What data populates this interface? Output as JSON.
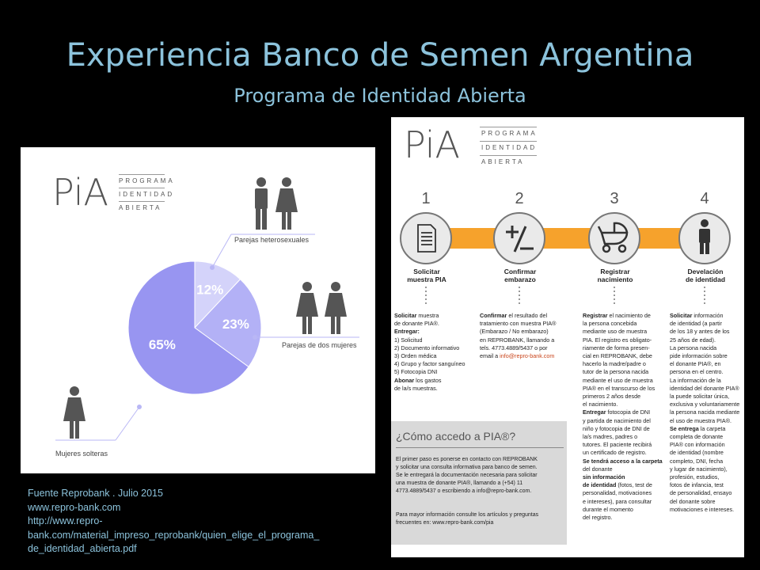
{
  "slide": {
    "title": "Experiencia Banco de Semen Argentina",
    "subtitle": "Programa de Identidad Abierta"
  },
  "logo": {
    "word": "PiA",
    "lines": [
      "PROGRAMA",
      "IDENTIDAD",
      "ABIERTA"
    ]
  },
  "chart_data": {
    "type": "pie",
    "categories": [
      "Parejas heterosexuales",
      "Parejas de dos mujeres",
      "Mujeres solteras"
    ],
    "values": [
      12,
      23,
      65
    ],
    "value_labels": [
      "12%",
      "23%",
      "65%"
    ],
    "colors": [
      "#d4d3fa",
      "#b3b1f6",
      "#9895f1"
    ]
  },
  "process": {
    "steps": [
      {
        "num": "1",
        "label_line1": "Solicitar",
        "label_line2": "muestra PIA",
        "icon": "document-icon"
      },
      {
        "num": "2",
        "label_line1": "Confirmar",
        "label_line2": "embarazo",
        "icon": "plus-minus-icon"
      },
      {
        "num": "3",
        "label_line1": "Registrar",
        "label_line2": "nacimiento",
        "icon": "stroller-icon"
      },
      {
        "num": "4",
        "label_line1": "Develación",
        "label_line2": "de identidad",
        "icon": "person-icon"
      }
    ],
    "col1": {
      "lines": [
        [
          "Solicitar",
          " muestra"
        ],
        [
          "",
          "de donante PIA®."
        ],
        [
          "Entregar:",
          ""
        ],
        [
          "",
          "1) Solicitud"
        ],
        [
          "",
          "2) Documento informativo"
        ],
        [
          "",
          "3) Orden médica"
        ],
        [
          "",
          "4) Grupo y factor sanguíneo"
        ],
        [
          "",
          "5) Fotocopia DNI"
        ],
        [
          "Abonar",
          " los gastos"
        ],
        [
          "",
          "de la/s muestras."
        ]
      ]
    },
    "col2": {
      "lines": [
        [
          "Confirmar",
          " el resultado del"
        ],
        [
          "",
          "tratamiento con muestra PIA®"
        ],
        [
          "",
          "(Embarazo / No embarazo)"
        ],
        [
          "",
          "en REPROBANK, llamando a"
        ],
        [
          "",
          "tels. 4773.4889/5437 o por"
        ],
        [
          "",
          "email a "
        ]
      ],
      "email": "info@repro-bank.com"
    },
    "col3": {
      "lines": [
        [
          "Registrar",
          " el nacimiento de"
        ],
        [
          "",
          "la persona concebida"
        ],
        [
          "",
          "mediante uso de muestra"
        ],
        [
          "",
          "PIA. El registro es obligato-"
        ],
        [
          "",
          "riamente de forma presen-"
        ],
        [
          "",
          "cial en REPROBANK, debe"
        ],
        [
          "",
          "hacerlo la madre/padre o"
        ],
        [
          "",
          "tutor de la persona nacida"
        ],
        [
          "",
          "mediante el uso de muestra"
        ],
        [
          "",
          "PIA® en el transcurso de los"
        ],
        [
          "",
          "primeros 2 años desde"
        ],
        [
          "",
          "el nacimiento."
        ],
        [
          "Entregar",
          " fotocopia de DNI"
        ],
        [
          "",
          "y partida de nacimiento del"
        ],
        [
          "",
          "niño y fotocopia de DNI de"
        ],
        [
          "",
          "la/s madres, padres o"
        ],
        [
          "",
          "tutores. El paciente recibirá"
        ],
        [
          "",
          "un certificado de registro."
        ],
        [
          "Se tendrá acceso a la carpeta",
          ""
        ],
        [
          "",
          "del donante "
        ],
        [
          "sin información",
          ""
        ],
        [
          "de identidad",
          " (fotos, test de"
        ],
        [
          "",
          "personalidad, motivaciones"
        ],
        [
          "",
          "e intereses), para consultar"
        ],
        [
          "",
          "durante el momento"
        ],
        [
          "",
          "del registro."
        ]
      ]
    },
    "col4": {
      "lines": [
        [
          "Solicitar",
          " información"
        ],
        [
          "",
          "de identidad (a partir"
        ],
        [
          "",
          "de los 18 y antes de los"
        ],
        [
          "",
          "25 años de edad)."
        ],
        [
          "",
          "La persona nacida"
        ],
        [
          "",
          "pide información sobre"
        ],
        [
          "",
          "el donante PIA®, en"
        ],
        [
          "",
          "persona en el centro."
        ],
        [
          "",
          "La información de la"
        ],
        [
          "",
          "identidad del donante PIA®"
        ],
        [
          "",
          "la puede solicitar única,"
        ],
        [
          "",
          "exclusiva y voluntariamente"
        ],
        [
          "",
          "la persona nacida mediante"
        ],
        [
          "",
          "el uso de muestra PIA®."
        ],
        [
          "Se entrega",
          " la carpeta"
        ],
        [
          "",
          "completa de donante"
        ],
        [
          "",
          "PIA® con información"
        ],
        [
          "",
          "de identidad (nombre"
        ],
        [
          "",
          "completo, DNI, fecha"
        ],
        [
          "",
          "y lugar de nacimiento),"
        ],
        [
          "",
          "profesión, estudios,"
        ],
        [
          "",
          "fotos de infancia, test"
        ],
        [
          "",
          "de personalidad, ensayo"
        ],
        [
          "",
          "del donante sobre"
        ],
        [
          "",
          "motivaciones e intereses."
        ]
      ]
    },
    "acceso": {
      "title": "¿Cómo accedo a PIA®?",
      "para1": [
        "El primer paso es ponerse en contacto con REPROBANK",
        "y solicitar una consulta informativa para banco de semen.",
        "Se le entregará la documentación necesaria para solicitar",
        "una muestra de donante PIA®, llamando a (+54) 11",
        "4773.4889/5437 o escribiendo a info@repro-bank.com."
      ],
      "para2": [
        "Para mayor información consulte los artículos y preguntas",
        "frecuentes en: www.repro-bank.com/pia"
      ]
    }
  },
  "source": {
    "lines": [
      "Fuente Reprobank . Julio 2015",
      "www.repro-bank.com",
      "http://www.repro-",
      "bank.com/material_impreso_reprobank/quien_elige_el_programa_",
      "de_identidad_abierta.pdf"
    ]
  }
}
